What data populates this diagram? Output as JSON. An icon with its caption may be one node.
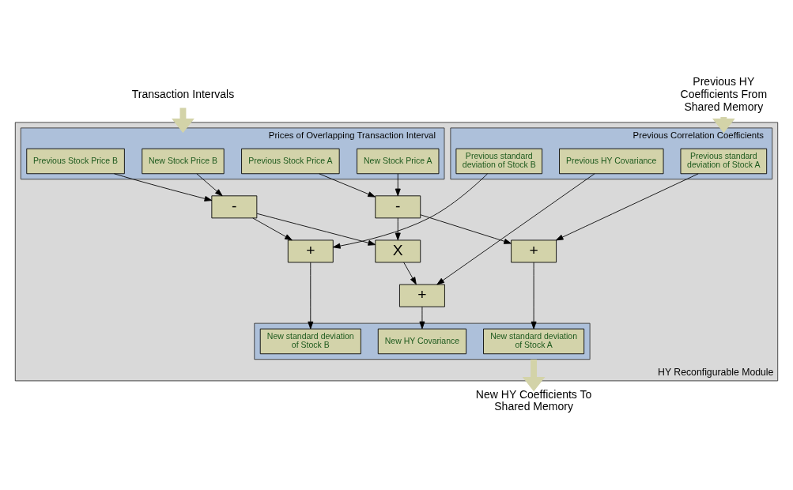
{
  "diagram": {
    "nodes": [
      {
        "text": [
          "HY Reconfigurable Module"
        ]
      },
      {
        "text": [
          "Prices of Overlapping Transaction Interval"
        ],
        "in": 0
      },
      {
        "text": [
          "New Stock Price A"
        ],
        "in": 1
      },
      {
        "text": [
          "Previous Stock Price A"
        ],
        "in": 1
      },
      {
        "text": [
          "New Stock Price B"
        ],
        "in": 1
      },
      {
        "text": [
          "Previous Stock Price B"
        ],
        "in": 1
      },
      {
        "text": [
          "Previous Correlation Coefficients"
        ],
        "in": 0
      },
      {
        "text": [
          "Previous HY Covariance"
        ],
        "in": 6
      },
      {
        "text": [
          "Previous standard deviation of Stock A"
        ],
        "in": 6
      },
      {
        "text": [
          "Previous standard deviation of Stock B"
        ],
        "in": 6
      },
      {
        "text": [
          "-"
        ],
        "in": 0
      },
      {
        "text": [
          "-"
        ],
        "in": 0
      },
      {
        "text": [
          "X"
        ],
        "in": 0
      },
      {
        "text": [
          "+"
        ],
        "in": 0
      },
      {
        "text": [
          "+"
        ],
        "in": 0
      },
      {
        "text": [
          "+"
        ],
        "in": 0
      },
      {
        "text": [],
        "shape": "box",
        "in": 0
      },
      {
        "text": [
          "New HY Covariance"
        ],
        "in": 16
      },
      {
        "text": [
          "New standard deviation of Stock A"
        ],
        "in": 16
      },
      {
        "text": [
          "New standard deviation of Stock B"
        ],
        "in": 16
      },
      {
        "text": [
          "Transaction Intervals"
        ]
      },
      {
        "text": [
          "Previous HY Coefficients From Shared Memory"
        ]
      },
      {
        "text": [
          "New HY Coefficients To Shared Memory"
        ]
      }
    ],
    "edges": [
      {
        "from": 20,
        "to": 1,
        "arrow": "to",
        "style": "thick",
        "color": "#d3d3a8"
      },
      {
        "from": 21,
        "to": 6,
        "arrow": "to",
        "style": "thick",
        "color": "#d3d3a8"
      },
      {
        "from": 2,
        "to": 10,
        "arrow": "to"
      },
      {
        "from": 3,
        "to": 10,
        "arrow": "to"
      },
      {
        "from": 4,
        "to": 11,
        "arrow": "to"
      },
      {
        "from": 5,
        "to": 11,
        "arrow": "to"
      },
      {
        "from": 10,
        "to": 12,
        "arrow": "to"
      },
      {
        "from": 11,
        "to": 12,
        "arrow": "to"
      },
      {
        "from": 10,
        "to": 14,
        "arrow": "to"
      },
      {
        "from": 11,
        "to": 15,
        "arrow": "to"
      },
      {
        "from": 8,
        "to": 14,
        "arrow": "to"
      },
      {
        "from": 9,
        "to": 15,
        "arrow": "to"
      },
      {
        "from": 12,
        "to": 13,
        "arrow": "to"
      },
      {
        "from": 7,
        "to": 13,
        "arrow": "to"
      },
      {
        "from": 13,
        "to": 17,
        "arrow": "to"
      },
      {
        "from": 14,
        "to": 18,
        "arrow": "to"
      },
      {
        "from": 15,
        "to": 19,
        "arrow": "to"
      },
      {
        "from": 16,
        "to": 22,
        "arrow": "to",
        "style": "thick",
        "color": "#d3d3a8"
      }
    ]
  }
}
